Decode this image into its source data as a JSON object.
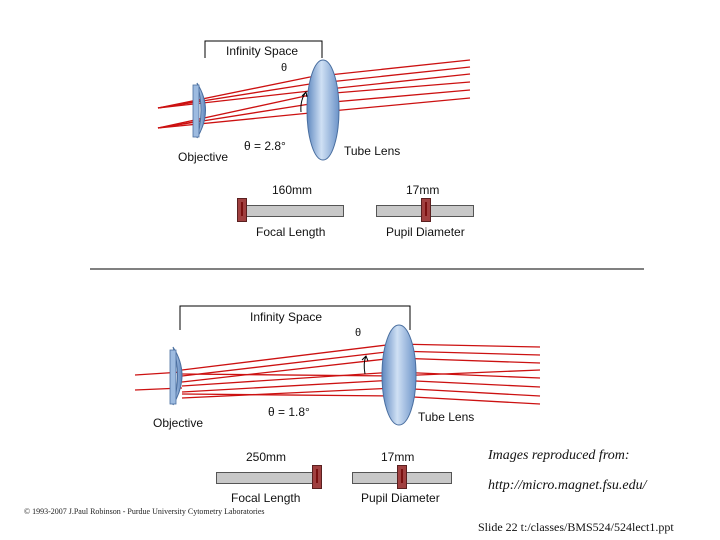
{
  "top": {
    "infinity_label": "Infinity Space",
    "theta_symbol": "θ",
    "angle_label": "θ = 2.8°",
    "objective_label": "Objective",
    "tube_lens_label": "Tube Lens",
    "focal_length_value": "160mm",
    "focal_length_label": "Focal Length",
    "pupil_value": "17mm",
    "pupil_label": "Pupil Diameter"
  },
  "bottom": {
    "infinity_label": "Infinity Space",
    "theta_symbol": "θ",
    "angle_label": "θ = 1.8°",
    "objective_label": "Objective",
    "tube_lens_label": "Tube Lens",
    "focal_length_value": "250mm",
    "focal_length_label": "Focal Length",
    "pupil_value": "17mm",
    "pupil_label": "Pupil Diameter"
  },
  "credit": {
    "heading": "Images reproduced from:",
    "url": "http://micro.magnet.fsu.edu/"
  },
  "copyright": "© 1993-2007 J.Paul Robinson - Purdue University Cytometry Laboratories",
  "slide_footer": "Slide 22  t:/classes/BMS524/524lect1.ppt",
  "colors": {
    "ray": "#cc1111",
    "lens": "#8fb0d8",
    "divider": "#000000"
  }
}
